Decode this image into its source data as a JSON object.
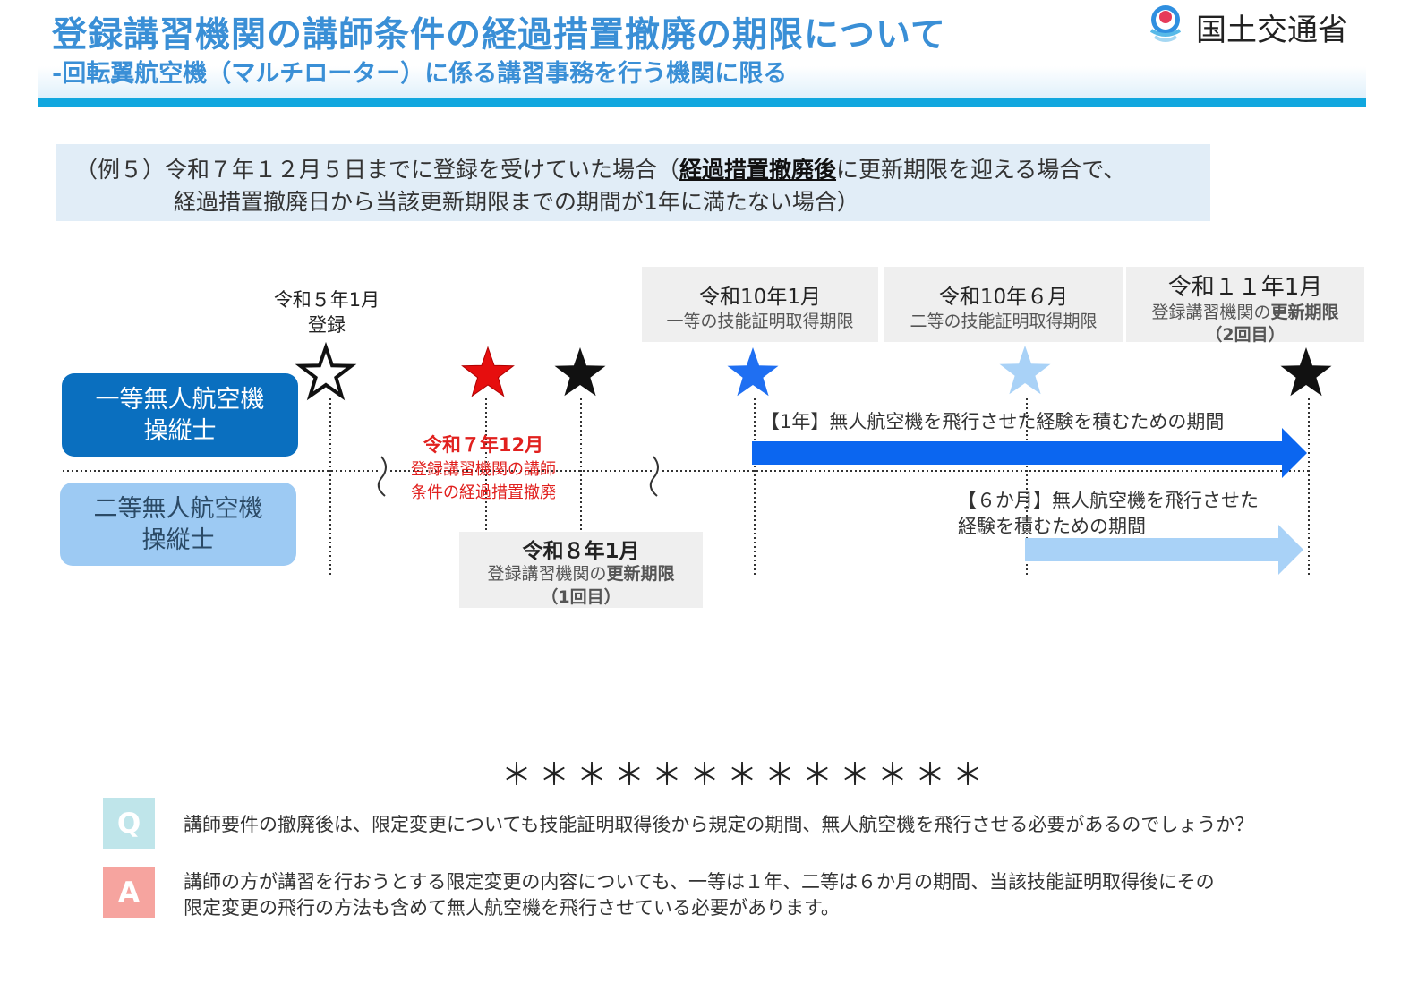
{
  "header": {
    "title": "登録講習機関の講師条件の経過措置撤廃の期限について",
    "subtitle": "-回転翼航空機（マルチローター）に係る講習事務を行う機関に限る",
    "ministry_logo_text": "国土交通省",
    "accent_color": "#11a7df"
  },
  "example": {
    "line1_prefix": "（例５）令和７年１２月５日までに登録を受けていた場合（",
    "line1_emphasis": "経過措置撤廃後",
    "line1_suffix": "に更新期限を迎える場合で、",
    "line2": "経過措置撤廃日から当該更新期限までの期間が1年に満たない場合）"
  },
  "timeline": {
    "roles": {
      "first_class": "一等無人航空機\n操縦士",
      "second_class": "二等無人航空機\n操縦士"
    },
    "registration": {
      "date": "令和５年1月",
      "label": "登録"
    },
    "abolition": {
      "date": "令和７年12月",
      "line1": "登録講習機関の講師",
      "line2": "条件の経過措置撤廃"
    },
    "renewal1": {
      "date": "令和８年1月",
      "sub_prefix": "登録講習機関の",
      "sub_bold": "更新期限",
      "count": "（1回目）"
    },
    "first_class_deadline": {
      "date": "令和10年1月",
      "sub": "一等の技能証明取得期限"
    },
    "second_class_deadline": {
      "date": "令和10年６月",
      "sub": "二等の技能証明取得期限"
    },
    "renewal2": {
      "date": "令和１１年1月",
      "sub_prefix": "登録講習機関の",
      "sub_bold": "更新期限",
      "count": "（2回目）"
    },
    "period_first": "【1年】無人航空機を飛行させた経験を積むための期間",
    "period_second_line1": "【６か月】無人航空機を飛行させた",
    "period_second_line2": "経験を積むための期間",
    "colors": {
      "first_class_blue": "#0a6fbf",
      "second_class_light": "#9dcaf3",
      "abolition_red": "#e1201e",
      "arrow_blue": "#0b66f0",
      "arrow_light": "#a9d2f7"
    }
  },
  "qa": {
    "separator": "＊＊＊＊＊＊＊＊＊＊＊＊＊",
    "q_badge": "Q",
    "a_badge": "A",
    "question": "講師要件の撤廃後は、限定変更についても技能証明取得後から規定の期間、無人航空機を飛行させる必要があるのでしょうか？",
    "answer_line1": "講師の方が講習を行おうとする限定変更の内容についても、一等は１年、二等は６か月の期間、当該技能証明取得後にその",
    "answer_line2": "限定変更の飛行の方法も含めて無人航空機を飛行させている必要があります。"
  }
}
